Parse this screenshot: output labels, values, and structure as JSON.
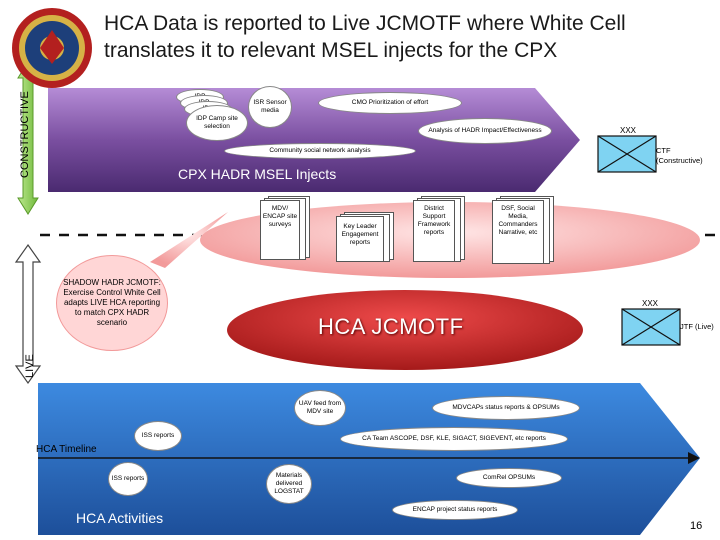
{
  "title": "HCA Data is reported to Live JCMOTF where White Cell translates it to relevant MSEL injects for the CPX",
  "side_labels": {
    "constructive": "CONSTRUCTIVE",
    "live": "LIVE"
  },
  "top_band": {
    "idp_stack": [
      "IDP",
      "IDP",
      "IDP"
    ],
    "idp_camp": "IDP Camp site selection",
    "isr": "ISR Sensor media",
    "cmo": "CMO Prioritization of effort",
    "hadr": "Analysis of HADR Impact/Effectiveness",
    "social": "Community social network analysis",
    "title": "CPX HADR MSEL Injects"
  },
  "middle": {
    "cards": [
      "MDV/ ENCAP site surveys",
      "Key Leader Engagement reports",
      "District Support Framework reports",
      "DSF, Social Media, Commanders Narrative, etc"
    ],
    "shadow_note": "SHADOW HADR JCMOTF: Exercise Control White Cell adapts LIVE HCA reporting to match CPX HADR scenario",
    "hub_title": "HCA JCMOTF"
  },
  "bottom_band": {
    "timeline_label": "HCA Timeline",
    "activities_label": "HCA Activities",
    "uav": "UAV feed from MDV site",
    "mdvcap": "MDVCAPs status reports & OPSUMs",
    "iss_top": "ISS reports",
    "ca_team": "CA Team ASCOPE, DSF, KLE, SIGACT, SIGEVENT, etc reports",
    "iss_bottom": "ISS reports",
    "materials": "Materials delivered LOGSTAT",
    "comrel": "ComRel OPSUMs",
    "encap": "ENCAP project status reports"
  },
  "units": {
    "ctf_echelon": "XXX",
    "ctf_label": "CTF (Constructive)",
    "jtf_echelon": "XXX",
    "jtf_label": "JTF (Live)"
  },
  "page_number": "16",
  "colors": {
    "purple_band": "#7a4fa0",
    "blue_band": "#2a6fc0",
    "hub_red": "#c0282a",
    "green_arrow": "#8fd04f",
    "unit_blue": "#7fd3f2"
  }
}
